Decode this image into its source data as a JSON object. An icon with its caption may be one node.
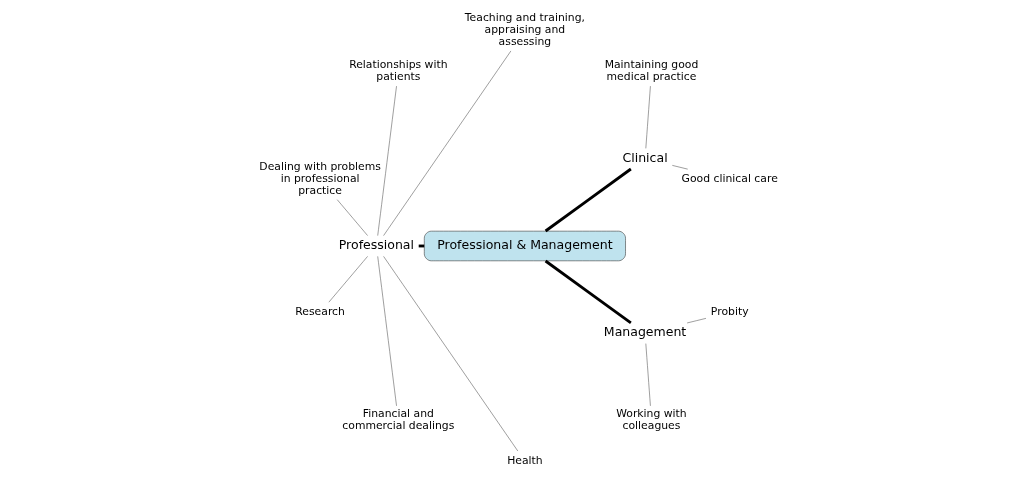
{
  "diagram": {
    "nodes": [
      {
        "text": [
          "Professional & Management"
        ]
      },
      {
        "text": [
          "Clinical"
        ]
      },
      {
        "text": [
          "Good clinical care"
        ]
      },
      {
        "text": [
          "Maintaining good medical practice"
        ]
      },
      {
        "text": [
          "Professional"
        ]
      },
      {
        "text": [
          "Teaching and training, appraising and assessing"
        ]
      },
      {
        "text": [
          "Relationships with patients"
        ]
      },
      {
        "text": [
          "Dealing with problems in professional practice"
        ]
      },
      {
        "text": [
          "Research"
        ]
      },
      {
        "text": [
          "Financial and commercial dealings"
        ]
      },
      {
        "text": [
          "Health"
        ]
      },
      {
        "text": [
          "Management"
        ]
      },
      {
        "text": [
          "Working with colleagues"
        ]
      },
      {
        "text": [
          "Probity"
        ]
      }
    ],
    "edges": [
      {
        "from": 0,
        "to": 1,
        "arrow": "none",
        "style": "thick"
      },
      {
        "from": 1,
        "to": 2,
        "arrow": "none"
      },
      {
        "from": 1,
        "to": 3,
        "arrow": "none"
      },
      {
        "from": 0,
        "to": 4,
        "arrow": "none",
        "style": "thick"
      },
      {
        "from": 4,
        "to": 5,
        "arrow": "none"
      },
      {
        "from": 4,
        "to": 6,
        "arrow": "none"
      },
      {
        "from": 4,
        "to": 7,
        "arrow": "none"
      },
      {
        "from": 4,
        "to": 8,
        "arrow": "none"
      },
      {
        "from": 4,
        "to": 9,
        "arrow": "none"
      },
      {
        "from": 4,
        "to": 10,
        "arrow": "none"
      },
      {
        "from": 0,
        "to": 11,
        "arrow": "none",
        "style": "thick"
      },
      {
        "from": 11,
        "to": 12,
        "arrow": "none"
      },
      {
        "from": 11,
        "to": 13,
        "arrow": "none"
      }
    ]
  }
}
